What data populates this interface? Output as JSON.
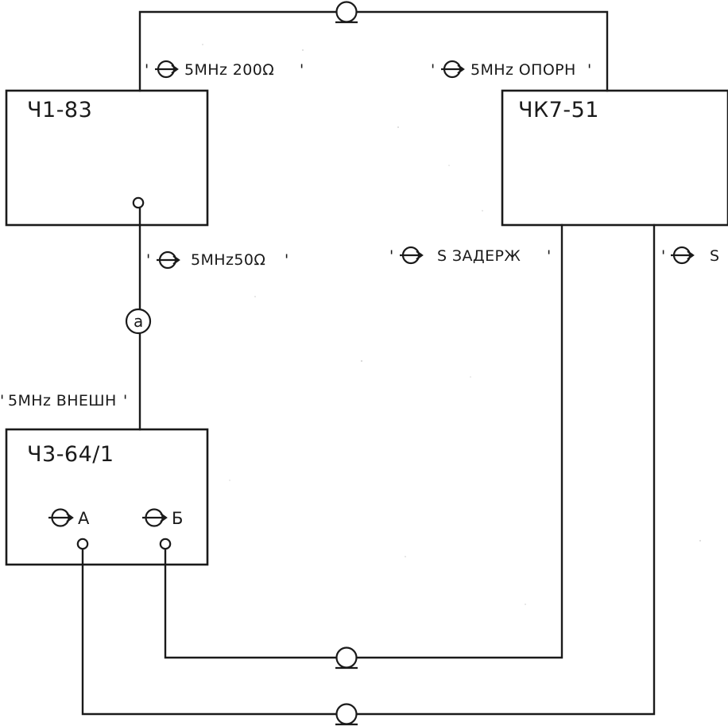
{
  "devices": {
    "frequency_standard": {
      "name": "Ч1-83"
    },
    "frequency_comparator": {
      "name": "ЧК7-51"
    },
    "frequency_meter": {
      "name": "Ч3-64/1",
      "port_a": "А",
      "port_b": "Б"
    }
  },
  "signals": {
    "output_200_ohm": "5MHz 200Ω",
    "reference_input": "5MHz ОПОРН",
    "output_50_ohm": "5MHz50Ω",
    "delay_output": "S ЗАДЕРЖ",
    "output_s": "S",
    "external_input": "5MHz ВНЕШН"
  },
  "markers": {
    "cable_a": "a"
  },
  "icons": {
    "connector": "circled-arrow-icon",
    "coax_tick": "coax-connector-icon",
    "terminal": "terminal-icon"
  },
  "colors": {
    "line": "#1a1a1a",
    "background": "#ffffff"
  }
}
